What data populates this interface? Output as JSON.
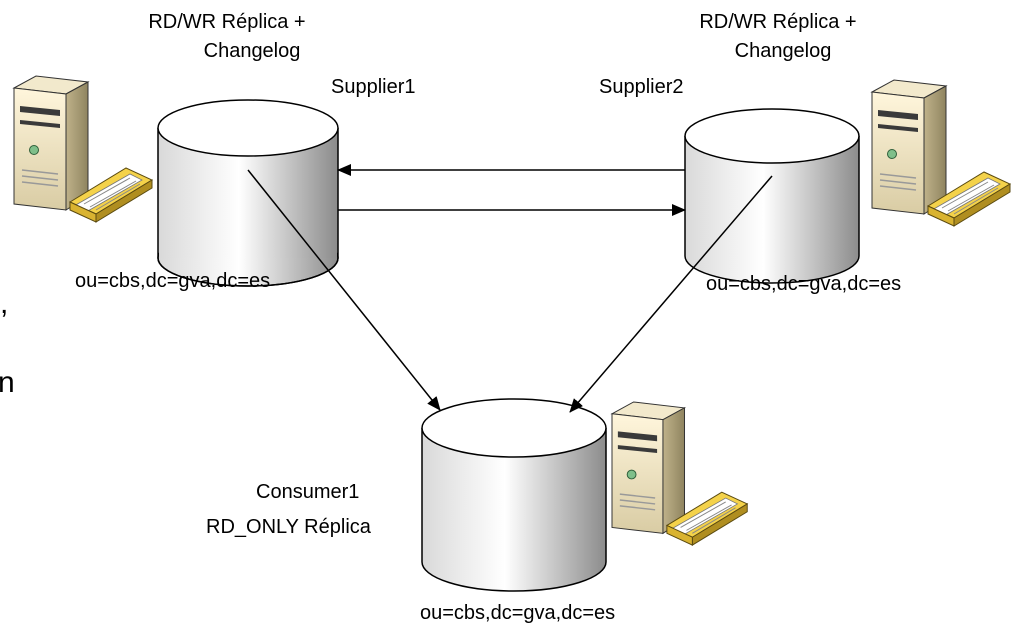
{
  "supplier1": {
    "role_line1": "RD/WR Réplica +",
    "role_line2": "Changelog",
    "name": "Supplier1",
    "suffix": "ou=cbs,dc=gva,dc=es"
  },
  "supplier2": {
    "role_line1": "RD/WR Réplica +",
    "role_line2": "Changelog",
    "name": "Supplier2",
    "suffix": "ou=cbs,dc=gva,dc=es"
  },
  "consumer1": {
    "name": "Consumer1",
    "role": "RD_ONLY Réplica",
    "suffix": "ou=cbs,dc=gva,dc=es"
  },
  "fragments": {
    "left_edge_mark": ",",
    "left_edge_letter": "n"
  },
  "icons": [
    "server-icon",
    "database-icon"
  ]
}
